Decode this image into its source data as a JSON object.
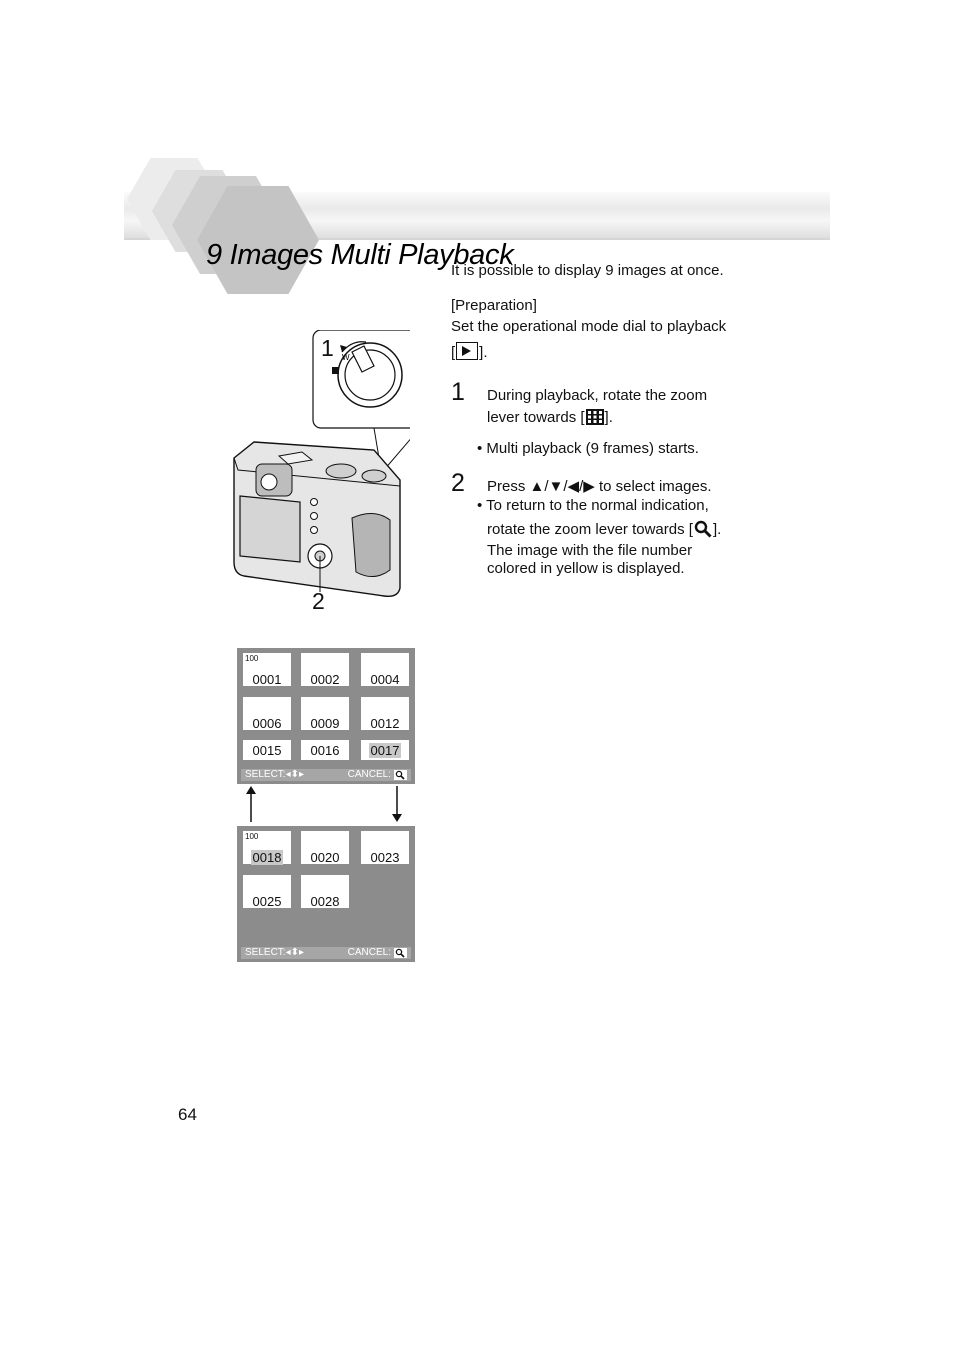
{
  "page": {
    "title": "9 Images Multi Playback",
    "page_number": "64"
  },
  "intro": {
    "line1": "It is possible to display 9 images at once.",
    "prep_label": "[Preparation]",
    "prep_line1": "Set the operational mode dial to playback",
    "prep_open": "[",
    "prep_close": "]."
  },
  "steps": [
    {
      "number": "1",
      "line1": "During playback, rotate the zoom",
      "line2_prefix": "lever towards [",
      "line2_suffix": "].",
      "bullet": "• Multi playback (9 frames) starts."
    },
    {
      "number": "2",
      "line1": "Press ▲/▼/◀/▶ to select images.",
      "bullet1": "• To return to the normal indication,",
      "bullet2_prefix": "rotate the zoom lever towards [",
      "bullet2_suffix": "].",
      "bullet3": "The image with the file number",
      "bullet4": "colored in yellow is displayed."
    }
  ],
  "illustration": {
    "callout1": "1",
    "callout2": "2",
    "dial_w_label": "W"
  },
  "screens": [
    {
      "folder": "100",
      "thumbs": [
        "0001",
        "0002",
        "0004",
        "0006",
        "0009",
        "0012",
        "0015",
        "0016",
        "0017"
      ],
      "highlighted": "0017",
      "select_label": "SELECT:",
      "cancel_label": "CANCEL:"
    },
    {
      "folder": "100",
      "thumbs": [
        "0018",
        "0020",
        "0023",
        "0025",
        "0028"
      ],
      "highlighted": "0018",
      "select_label": "SELECT:",
      "cancel_label": "CANCEL:"
    }
  ],
  "icons": {
    "playback": "playback-triangle-icon",
    "multi": "multi-playback-icon",
    "magnify": "magnifier-icon"
  }
}
